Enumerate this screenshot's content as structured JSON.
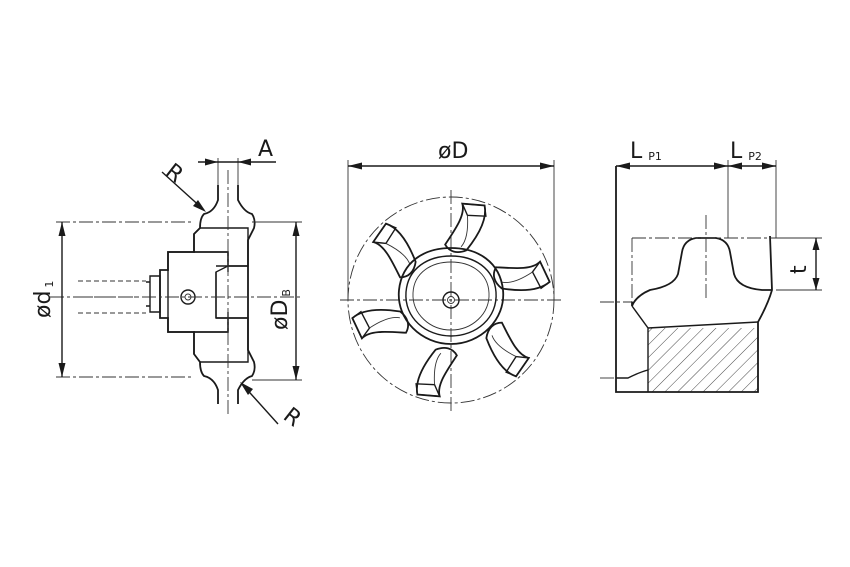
{
  "labels": {
    "R_top": "R",
    "R_bottom": "R",
    "A": "A",
    "d1_main": "ød",
    "d1_sub": "1",
    "DB_main": "øD",
    "DB_sub": "B",
    "D": "øD",
    "LP1_main": "L",
    "LP1_sub": "P1",
    "LP2_main": "L",
    "LP2_sub": "P2",
    "t": "t"
  }
}
